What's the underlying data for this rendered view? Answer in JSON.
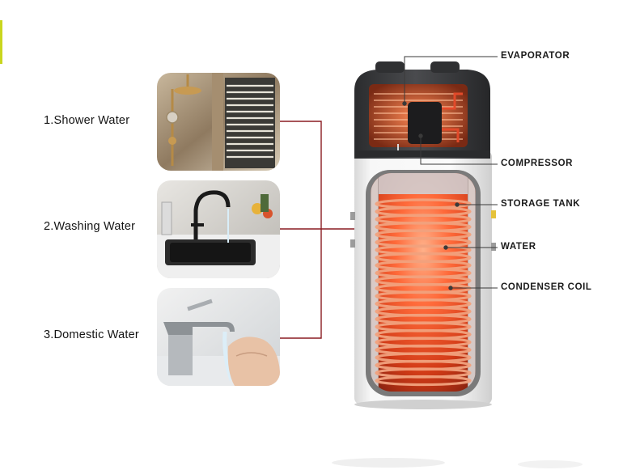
{
  "uses": [
    {
      "label": "1.Shower Water",
      "icon": "shower-photo"
    },
    {
      "label": "2.Washing Water",
      "icon": "kitchen-sink-photo"
    },
    {
      "label": "3.Domestic Water",
      "icon": "faucet-hand-photo"
    }
  ],
  "parts": [
    {
      "label": "EVAPORATOR"
    },
    {
      "label": "COMPRESSOR"
    },
    {
      "label": "STORAGE TANK"
    },
    {
      "label": "WATER"
    },
    {
      "label": "CONDENSER COIL"
    }
  ],
  "colors": {
    "connector_line": "#8a1c22",
    "heat_glow": "#ff5a2a",
    "tank_shell": "#f4f4f4",
    "top_cover": "#3a3b3d",
    "accent_mark": "#c9d61e"
  }
}
